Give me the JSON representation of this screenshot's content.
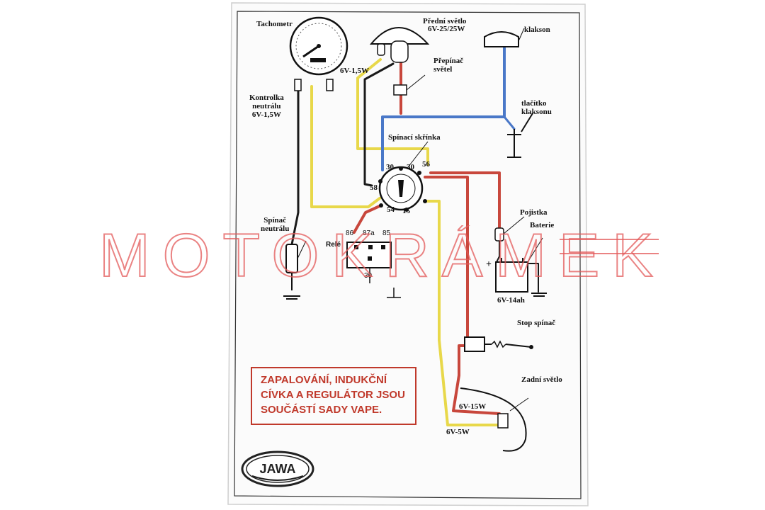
{
  "diagram": {
    "labels": {
      "tachometr": "Tachometr",
      "predni_svetlo": "Přední světlo",
      "predni_svetlo_spec": "6V-25/25W",
      "klakson": "klakson",
      "tach_lamp": "6V-1,5W",
      "prepinac_svetel": "Přepínač\nsvětel",
      "kontrolka": "Kontrolka\nneutrálu\n6V-1,5W",
      "tlacitko": "tlačítko\nklaksonu",
      "spinaci_skrinka": "Spínací skřínka",
      "t30a": "30",
      "t30b": "30",
      "t56": "56",
      "t58": "58",
      "t54": "54",
      "t15": "15",
      "pojistka": "Pojistka",
      "baterie": "Baterie",
      "baterie_spec": "6V-14ah",
      "plus": "+",
      "minus": "−",
      "spinac_neutralu": "Spínač\nneutrálu",
      "rele": "Relé",
      "r86": "86",
      "r87a": "87a",
      "r85": "85",
      "r30": "30",
      "stop_spinac": "Stop spínač",
      "zadni_svetlo": "Zadní světlo",
      "zadni_15w": "6V-15W",
      "zadni_5w": "6V-5W"
    },
    "note_lines": [
      "ZAPALOVÁNÍ, INDUKČNÍ",
      "CÍVKA A REGULÁTOR JSOU",
      "SOUČÁSTÍ SADY VAPE."
    ],
    "logo_text": "JAWA",
    "watermark_text": "MOTOKRÁMEK",
    "colors": {
      "wire_yellow": "#e8d84a",
      "wire_red": "#c8473c",
      "wire_blue": "#4a78c8",
      "wire_black": "#1a1a1a",
      "note_red": "#c0392b",
      "watermark": "#e45a5a"
    }
  }
}
